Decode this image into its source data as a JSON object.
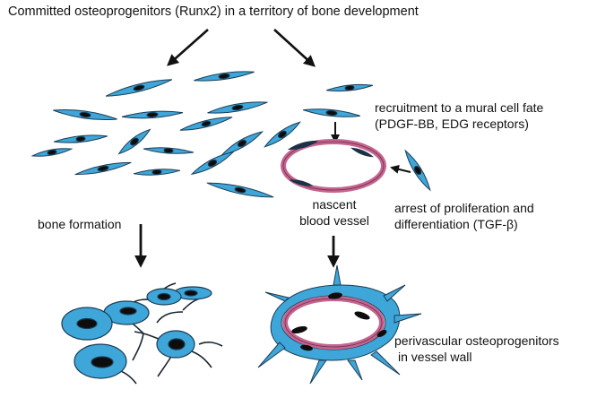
{
  "colors": {
    "cell_fill": "#3ea6d8",
    "cell_stroke": "#1a3d57",
    "nucleus": "#0d0d0d",
    "vessel_ring": "#c5658f",
    "arrow": "#111111",
    "text": "#111111"
  },
  "labels": {
    "title": "Committed osteoprogenitors (Runx2) in a territory of bone development",
    "recruitment_line1": "recruitment to a mural cell fate",
    "recruitment_line2": "(PDGF-BB, EDG receptors)",
    "nascent_line1": "nascent",
    "nascent_line2": "blood vessel",
    "arrest_line1": "arrest of proliferation and",
    "arrest_line2": "differentiation (TGF-β)",
    "bone_formation": "bone formation",
    "perivascular_line1": "perivascular osteoprogenitors",
    "perivascular_line2": "in vessel wall"
  }
}
